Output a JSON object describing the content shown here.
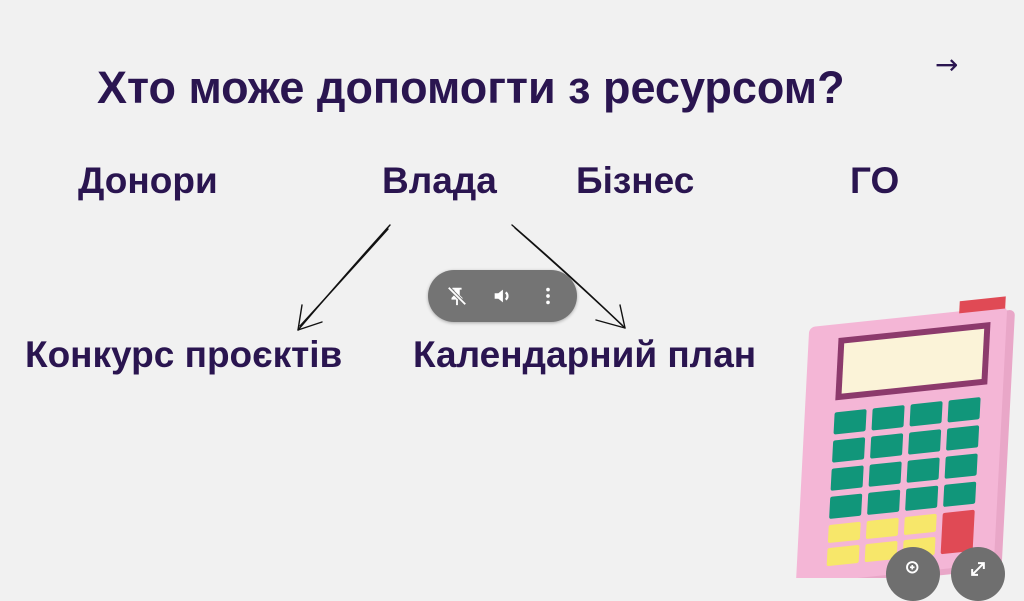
{
  "slide": {
    "title": "Хто може допомогти з ресурсом?",
    "categories": [
      "Донори",
      "Влада",
      "Бізнес",
      "ГО"
    ],
    "sub_items": [
      "Конкурс проєктів",
      "Календарний план"
    ],
    "next_arrow": "→"
  },
  "toolbar": {
    "icons": [
      "unpin-icon",
      "volume-icon",
      "more-vert-icon"
    ]
  },
  "corner_buttons": {
    "icons": [
      "zoom-in-icon",
      "expand-icon"
    ]
  },
  "colors": {
    "text": "#2a1550",
    "background": "#f1f1f1",
    "toolbar": "#747474"
  }
}
